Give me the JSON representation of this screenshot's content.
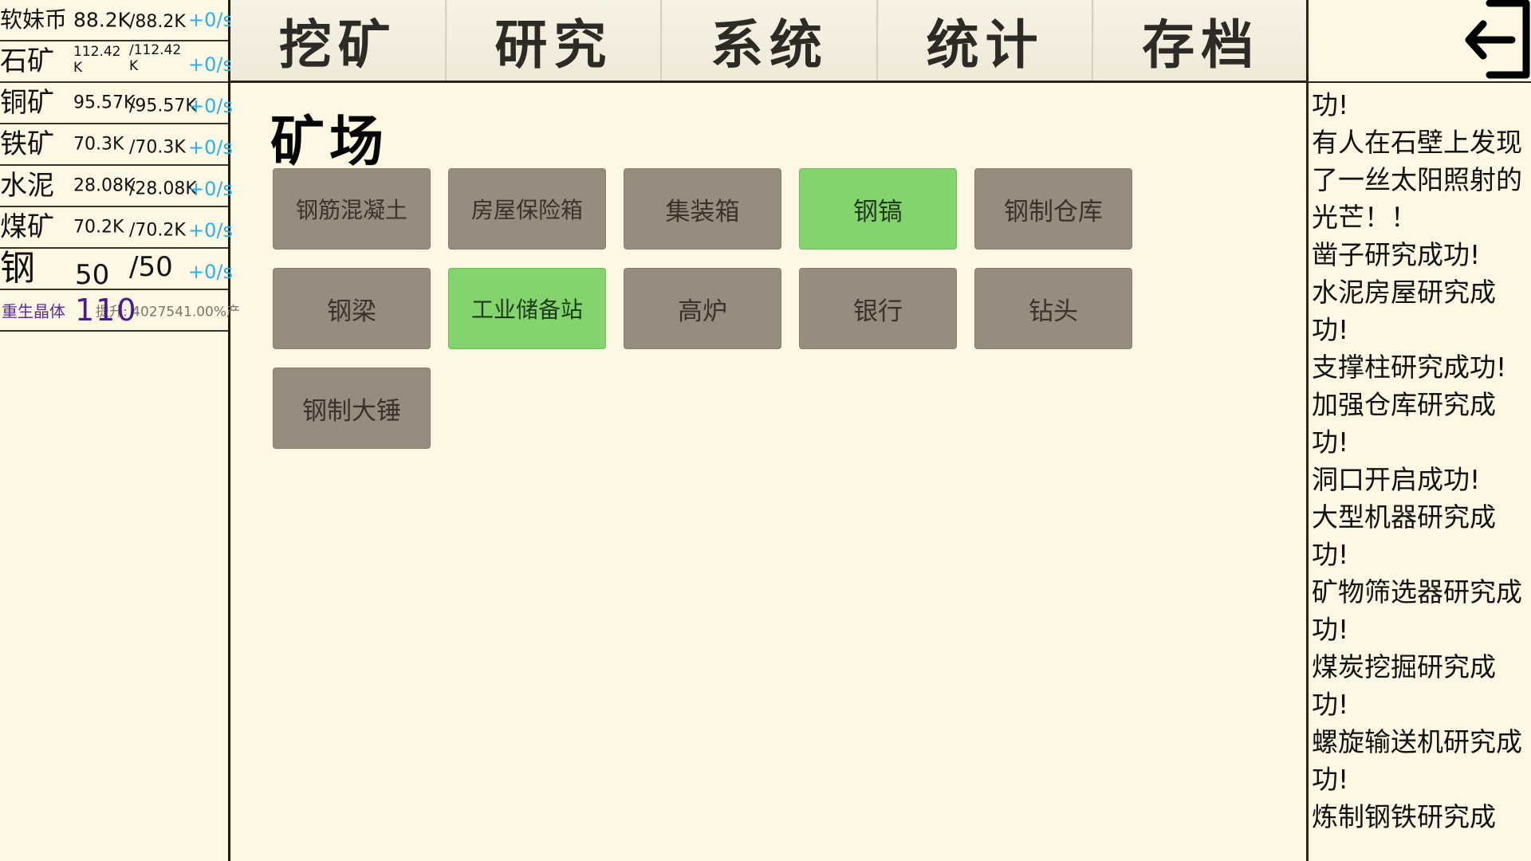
{
  "resources": [
    {
      "name": "软妹币",
      "current": "88.2K",
      "max": "/88.2K",
      "rate": "+0/s"
    },
    {
      "name": "石矿",
      "current": "112.42 K",
      "max": "/112.42 K",
      "rate": "+0/s"
    },
    {
      "name": "铜矿",
      "current": "95.57K",
      "max": "/95.57K",
      "rate": "+0/s"
    },
    {
      "name": "铁矿",
      "current": "70.3K",
      "max": "/70.3K",
      "rate": "+0/s"
    },
    {
      "name": "水泥",
      "current": "28.08K",
      "max": "/28.08K",
      "rate": "+0/s"
    },
    {
      "name": "煤矿",
      "current": "70.2K",
      "max": "/70.2K",
      "rate": "+0/s"
    },
    {
      "name": "钢",
      "current": "50",
      "max": "/50",
      "rate": "+0/s"
    }
  ],
  "rebirth": {
    "label": "重生晶体",
    "value": "110",
    "boost": "提升: 4027541.00%产"
  },
  "tabs": [
    {
      "label": "挖矿"
    },
    {
      "label": "研究"
    },
    {
      "label": "系统"
    },
    {
      "label": "统计"
    },
    {
      "label": "存档"
    }
  ],
  "main": {
    "title": "矿场",
    "buildings": [
      {
        "label": "钢筋混凝土",
        "active": false
      },
      {
        "label": "房屋保险箱",
        "active": false
      },
      {
        "label": "集装箱",
        "active": false
      },
      {
        "label": "钢镐",
        "active": true
      },
      {
        "label": "钢制仓库",
        "active": false
      },
      {
        "label": "钢梁",
        "active": false
      },
      {
        "label": "工业储备站",
        "active": true
      },
      {
        "label": "高炉",
        "active": false
      },
      {
        "label": "银行",
        "active": false
      },
      {
        "label": "钻头",
        "active": false
      },
      {
        "label": "钢制大锤",
        "active": false
      }
    ]
  },
  "log": {
    "exit_icon": "exit-icon",
    "lines": [
      "功!",
      "有人在石壁上发现了一丝太阳照射的光芒！！",
      "凿子研究成功!",
      "水泥房屋研究成功!",
      "支撑柱研究成功!",
      "加强仓库研究成功!",
      "洞口开启成功!",
      "大型机器研究成功!",
      "矿物筛选器研究成功!",
      "煤炭挖掘研究成功!",
      "螺旋输送机研究成功!",
      "炼制钢铁研究成"
    ]
  },
  "colors": {
    "background": "#fdf7e4",
    "tab_background": "#f3efe0",
    "button_gray": "#978c7e",
    "button_active": "#84d46e",
    "rate_text": "#2bb0e8",
    "rebirth_text": "#5b2a9a",
    "border": "#2a2419"
  }
}
